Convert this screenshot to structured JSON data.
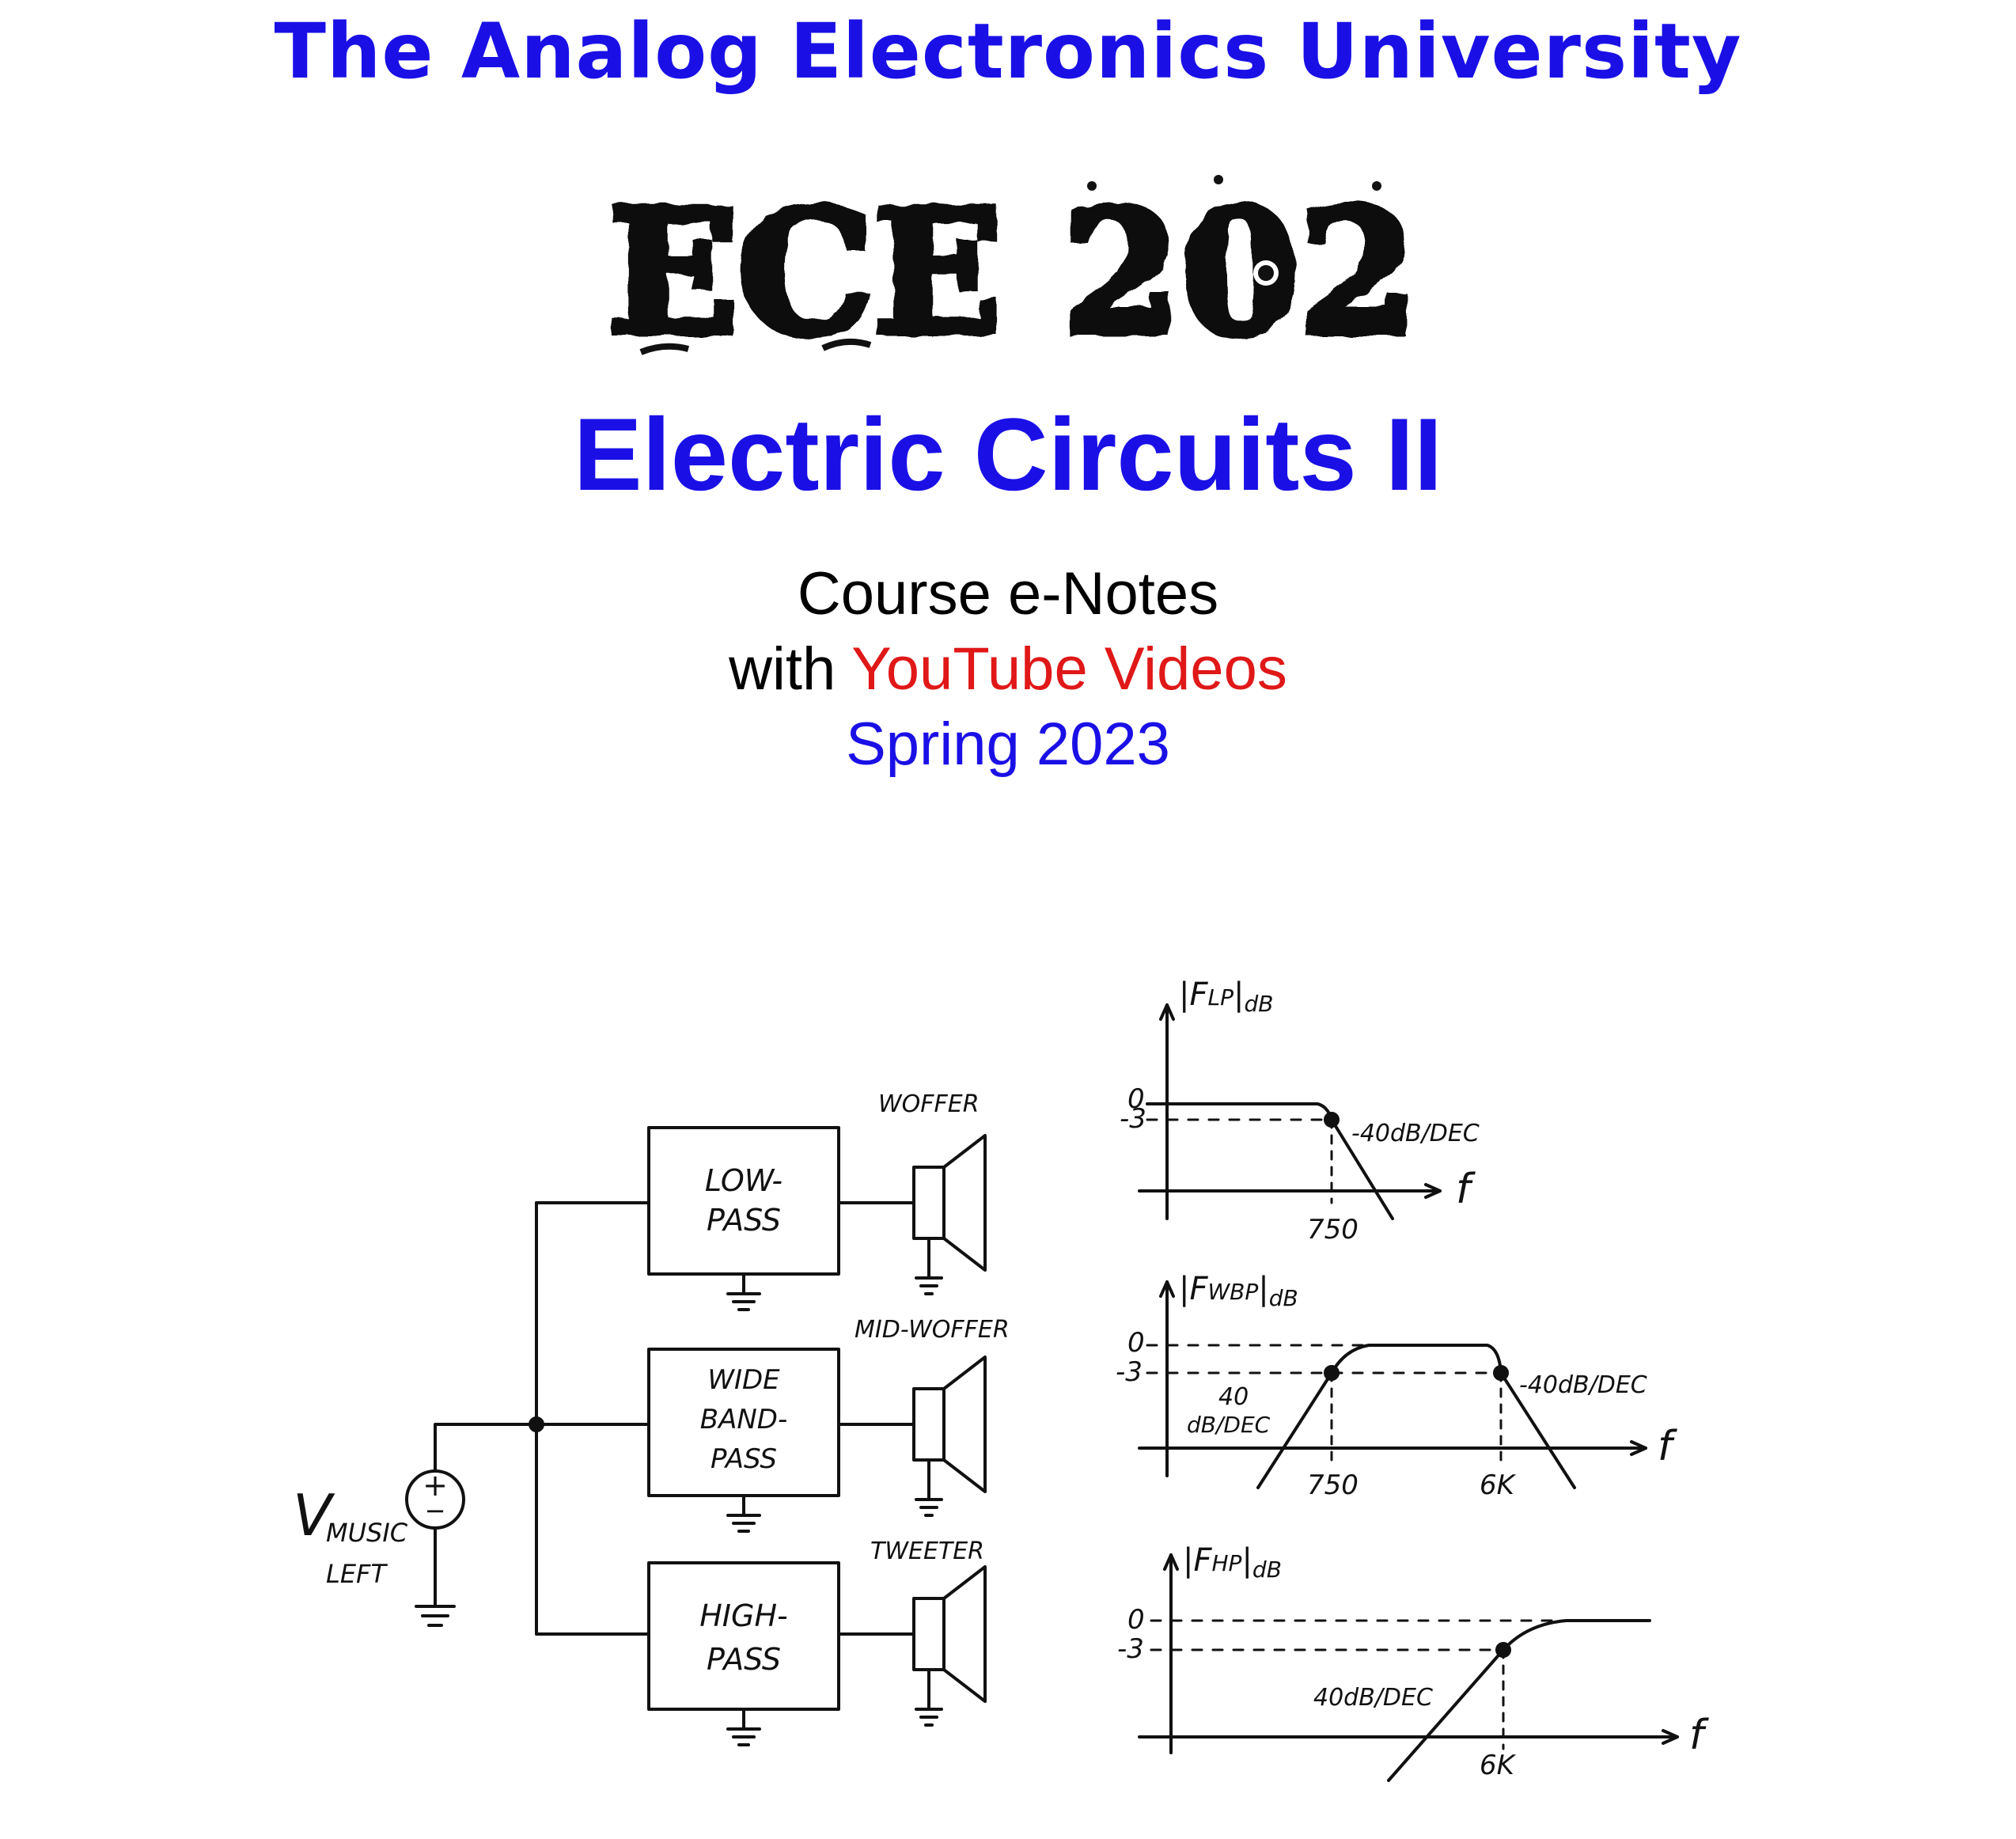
{
  "colors": {
    "blue": "#1a10e6",
    "red": "#e01818",
    "ink": "#111111"
  },
  "header": {
    "university": "The Analog Electronics University",
    "course_code": "ECE 202",
    "course_title": "Electric Circuits II"
  },
  "subtitle": {
    "line1": "Course e-Notes",
    "line2_prefix": "with ",
    "line2_highlight": "YouTube Videos",
    "line3": "Spring 2023"
  },
  "schematic": {
    "source_label": "V",
    "source_subscript": "MUSIC",
    "source_side": "LEFT",
    "source_sign": "+",
    "source_sign_minus": "−",
    "filters": [
      {
        "label_line1": "LOW-",
        "label_line2": "PASS",
        "speaker": "WOFFER"
      },
      {
        "label_line1": "WIDE",
        "label_line2": "BAND-",
        "label_line3": "PASS",
        "speaker": "MID-WOFFER"
      },
      {
        "label_line1": "HIGH-",
        "label_line2": "PASS",
        "speaker": "TWEETER"
      }
    ]
  },
  "responses": {
    "lowpass": {
      "ylabel": "|F",
      "ylabel_sub": "LP",
      "ylabel_unit": "dB",
      "ticks_y": [
        "0",
        "-3"
      ],
      "tick_x": "750",
      "slope": "-40dB/DEC",
      "axis": "f"
    },
    "bandpass": {
      "ylabel": "|F",
      "ylabel_sub": "WBP",
      "ylabel_unit": "dB",
      "ticks_y": [
        "0",
        "-3"
      ],
      "tick_x1": "750",
      "tick_x2": "6K",
      "slope_left_1": "40",
      "slope_left_2": "dB/DEC",
      "slope_right": "-40dB/DEC",
      "axis": "f"
    },
    "highpass": {
      "ylabel": "|F",
      "ylabel_sub": "HP",
      "ylabel_unit": "dB",
      "ticks_y": [
        "0",
        "-3"
      ],
      "tick_x": "6K",
      "slope": "40dB/DEC",
      "axis": "f"
    }
  }
}
